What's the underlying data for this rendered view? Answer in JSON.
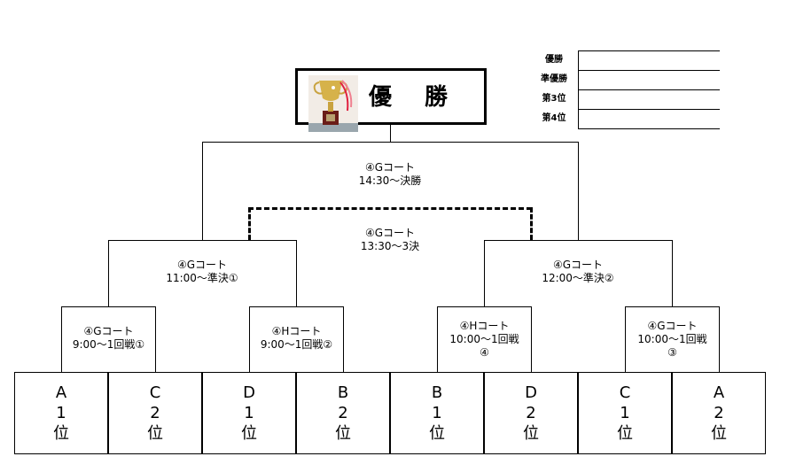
{
  "ranking": {
    "rows": [
      {
        "label": "優勝",
        "value": ""
      },
      {
        "label": "準優勝",
        "value": ""
      },
      {
        "label": "第3位",
        "value": ""
      },
      {
        "label": "第4位",
        "value": ""
      }
    ]
  },
  "champion": {
    "title": "優 勝",
    "image": "trophy-image"
  },
  "matches": {
    "final": {
      "court": "④Gコート",
      "time": "14:30～決勝"
    },
    "third_place": {
      "court": "④Gコート",
      "time": "13:30～3決"
    },
    "semi1": {
      "court": "④Gコート",
      "time": "11:00～準決①"
    },
    "semi2": {
      "court": "④Gコート",
      "time": "12:00～準決②"
    },
    "r1_1": {
      "court": "④Gコート",
      "time": "9:00～1回戦①"
    },
    "r1_2": {
      "court": "④Hコート",
      "time": "9:00～1回戦②"
    },
    "r1_4": {
      "court": "④Hコート",
      "time": "10:00～1回戦",
      "extra": "④"
    },
    "r1_3": {
      "court": "④Gコート",
      "time": "10:00～1回戦",
      "extra": "③"
    }
  },
  "teams": [
    {
      "group": "A",
      "rank": "1",
      "suffix": "位"
    },
    {
      "group": "C",
      "rank": "2",
      "suffix": "位"
    },
    {
      "group": "D",
      "rank": "1",
      "suffix": "位"
    },
    {
      "group": "B",
      "rank": "2",
      "suffix": "位"
    },
    {
      "group": "B",
      "rank": "1",
      "suffix": "位"
    },
    {
      "group": "D",
      "rank": "2",
      "suffix": "位"
    },
    {
      "group": "C",
      "rank": "1",
      "suffix": "位"
    },
    {
      "group": "A",
      "rank": "2",
      "suffix": "位"
    }
  ]
}
